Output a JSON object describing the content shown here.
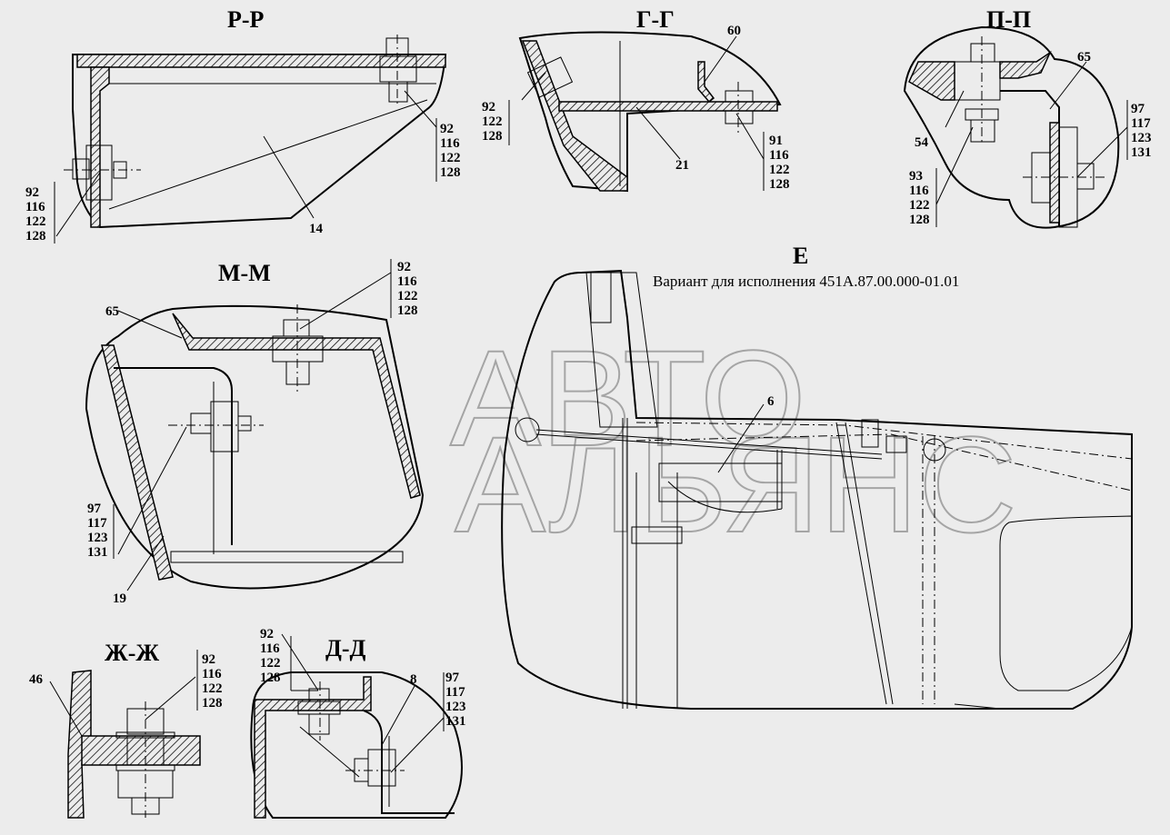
{
  "sections": {
    "rr": {
      "title": "Р-Р",
      "left_callout": [
        "92",
        "116",
        "122",
        "128"
      ],
      "right_callout": [
        "92",
        "116",
        "122",
        "128"
      ],
      "part": "14"
    },
    "gg": {
      "title": "Г-Г",
      "left_callout": [
        "92",
        "122",
        "128"
      ],
      "right_callout": [
        "91",
        "116",
        "122",
        "128"
      ],
      "part_top": "60",
      "part_bottom": "21"
    },
    "pp": {
      "title": "П-П",
      "part_65": "65",
      "part_54": "54",
      "left_callout": [
        "93",
        "116",
        "122",
        "128"
      ],
      "right_callout": [
        "97",
        "117",
        "123",
        "131"
      ]
    },
    "mm": {
      "title": "М-М",
      "top_callout": [
        "92",
        "116",
        "122",
        "128"
      ],
      "part_65": "65",
      "left_callout": [
        "97",
        "117",
        "123",
        "131"
      ],
      "part_19": "19"
    },
    "e": {
      "title": "Е",
      "subtitle": "Вариант для исполнения 451А.87.00.000-01.01",
      "part": "6"
    },
    "zhzh": {
      "title": "Ж-Ж",
      "part": "46",
      "callout": [
        "92",
        "116",
        "122",
        "128"
      ]
    },
    "dd": {
      "title": "Д-Д",
      "left_callout": [
        "92",
        "116",
        "122",
        "128"
      ],
      "part": "8",
      "right_callout": [
        "97",
        "117",
        "123",
        "131"
      ]
    }
  },
  "watermark": {
    "line1": "АВТО",
    "line2": "АЛЬЯНС"
  }
}
